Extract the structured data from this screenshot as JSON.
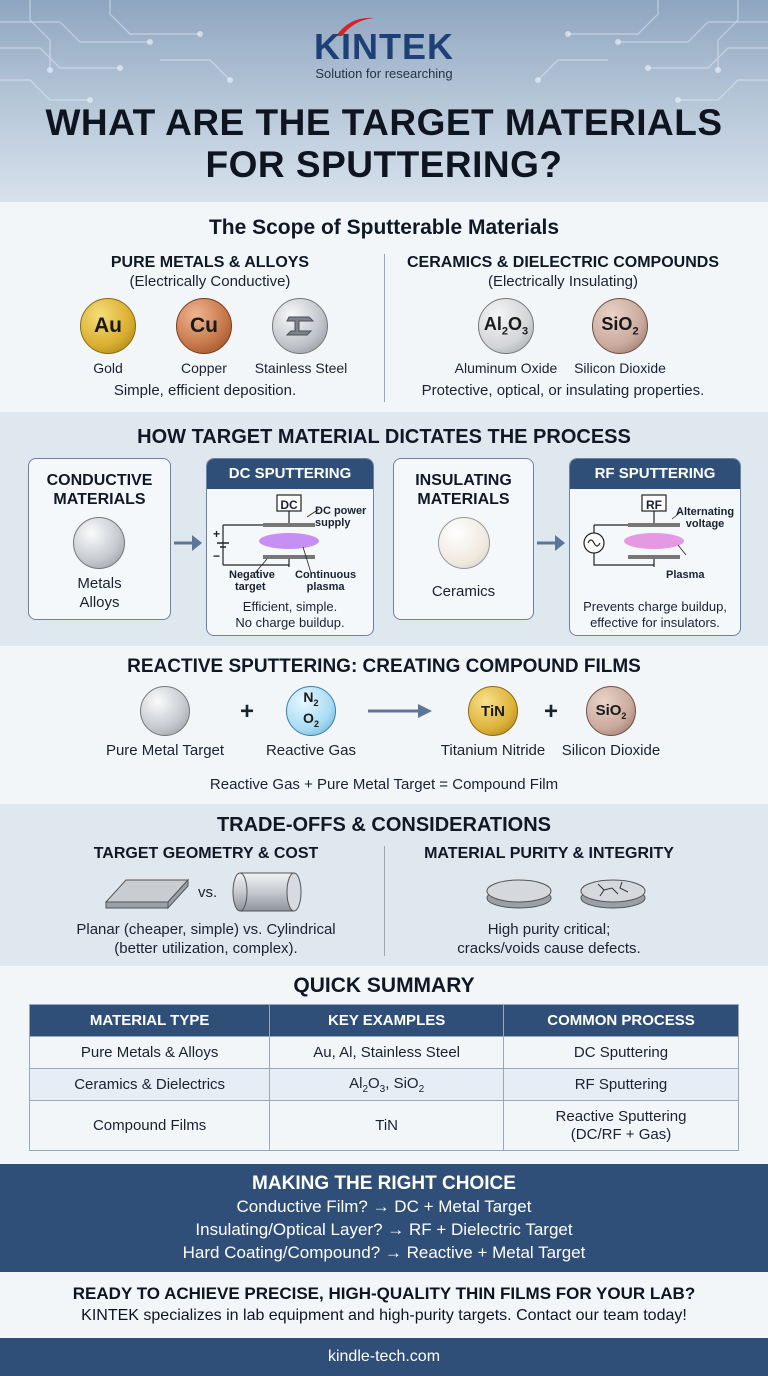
{
  "header": {
    "logo_name": "KINTEK",
    "logo_tagline": "Solution for researching",
    "title_line1": "WHAT ARE THE TARGET MATERIALS",
    "title_line2": "FOR SPUTTERING?"
  },
  "scope": {
    "title": "The Scope of Sputterable Materials",
    "metals": {
      "heading": "PURE METALS & ALLOYS",
      "subheading": "(Electrically Conductive)",
      "items": [
        {
          "symbol": "Au",
          "label": "Gold",
          "color": "#d9ae2f"
        },
        {
          "symbol": "Cu",
          "label": "Copper",
          "color": "#c47548"
        },
        {
          "symbol": "",
          "label": "Stainless Steel",
          "color": "#b8bcc2"
        }
      ],
      "note": "Simple, efficient deposition."
    },
    "ceramics": {
      "heading": "CERAMICS & DIELECTRIC COMPOUNDS",
      "subheading": "(Electrically Insulating)",
      "items": [
        {
          "symbol_main": "Al",
          "symbol_sub1": "2",
          "symbol_mid": "O",
          "symbol_sub2": "3",
          "label": "Aluminum Oxide",
          "color": "#d3d5d8"
        },
        {
          "symbol_main": "SiO",
          "symbol_sub1": "2",
          "label": "Silicon Dioxide",
          "color": "#c9a99c"
        }
      ],
      "note": "Protective, optical, or insulating properties."
    }
  },
  "process": {
    "title": "HOW TARGET MATERIAL DICTATES THE PROCESS",
    "conductive": {
      "heading_line1": "CONDUCTIVE",
      "heading_line2": "MATERIALS",
      "label_line1": "Metals",
      "label_line2": "Alloys"
    },
    "dc": {
      "heading": "DC SPUTTERING",
      "source": "DC",
      "supply_line1": "DC power",
      "supply_line2": "supply",
      "plus": "+",
      "minus": "−",
      "neg_line1": "Negative",
      "neg_line2": "target",
      "plasma_line1": "Continuous",
      "plasma_line2": "plasma",
      "note_line1": "Efficient, simple.",
      "note_line2": "No charge buildup."
    },
    "insulating": {
      "heading_line1": "INSULATING",
      "heading_line2": "MATERIALS",
      "label": "Ceramics"
    },
    "rf": {
      "heading": "RF SPUTTERING",
      "source": "RF",
      "alt_line1": "Alternating",
      "alt_line2": "voltage",
      "plasma": "Plasma",
      "note_line1": "Prevents charge buildup,",
      "note_line2": "effective for insulators."
    }
  },
  "reactive": {
    "title": "REACTIVE SPUTTERING: CREATING COMPOUND FILMS",
    "plus": "+",
    "items": [
      {
        "label": "Pure Metal Target"
      },
      {
        "label": "Reactive Gas",
        "gas_line1": "N",
        "gas_sub1": "2",
        "gas_line2": "O",
        "gas_sub2": "2"
      },
      {
        "label": "Titanium Nitride",
        "symbol": "TiN"
      },
      {
        "label": "Silicon Dioxide",
        "symbol": "SiO",
        "symbol_sub": "2"
      }
    ],
    "equation": "Reactive Gas + Pure Metal Target = Compound Film"
  },
  "trade": {
    "title": "TRADE-OFFS & CONSIDERATIONS",
    "geometry": {
      "heading": "TARGET GEOMETRY & COST",
      "vs": "vs.",
      "note_line1": "Planar (cheaper, simple) vs. Cylindrical",
      "note_line2": "(better utilization, complex)."
    },
    "purity": {
      "heading": "MATERIAL PURITY & INTEGRITY",
      "note_line1": "High purity critical;",
      "note_line2": "cracks/voids cause defects."
    }
  },
  "summary": {
    "title": "QUICK SUMMARY",
    "columns": [
      "MATERIAL TYPE",
      "KEY EXAMPLES",
      "COMMON PROCESS"
    ],
    "rows": [
      {
        "type": "Pure Metals & Alloys",
        "examples": "Au, Al, Stainless Steel",
        "process": "DC Sputtering"
      },
      {
        "type": "Ceramics & Dielectrics",
        "ex_a": "Al",
        "ex_a_sub": "2",
        "ex_b": "O",
        "ex_b_sub": "3",
        "ex_c": ", SiO",
        "ex_c_sub": "2",
        "process": "RF Sputtering"
      },
      {
        "type": "Compound Films",
        "examples": "TiN",
        "process_line1": "Reactive Sputtering",
        "process_line2": "(DC/RF + Gas)"
      }
    ]
  },
  "choice": {
    "title": "MAKING THE RIGHT CHOICE",
    "lines": [
      "Conductive Film? → DC + Metal Target",
      "Insulating/Optical Layer? → RF + Dielectric Target",
      "Hard Coating/Compound? → Reactive + Metal Target"
    ]
  },
  "cta": {
    "title": "READY TO ACHIEVE PRECISE, HIGH-QUALITY THIN FILMS FOR YOUR LAB?",
    "text": "KINTEK specializes in lab equipment and high-purity targets. Contact our team today!"
  },
  "footer": {
    "url": "kindle-tech.com"
  },
  "colors": {
    "navy": "#2f4f78",
    "gold": "#d9ae2f",
    "copper": "#c47548",
    "plasma": "#b46cf0"
  }
}
